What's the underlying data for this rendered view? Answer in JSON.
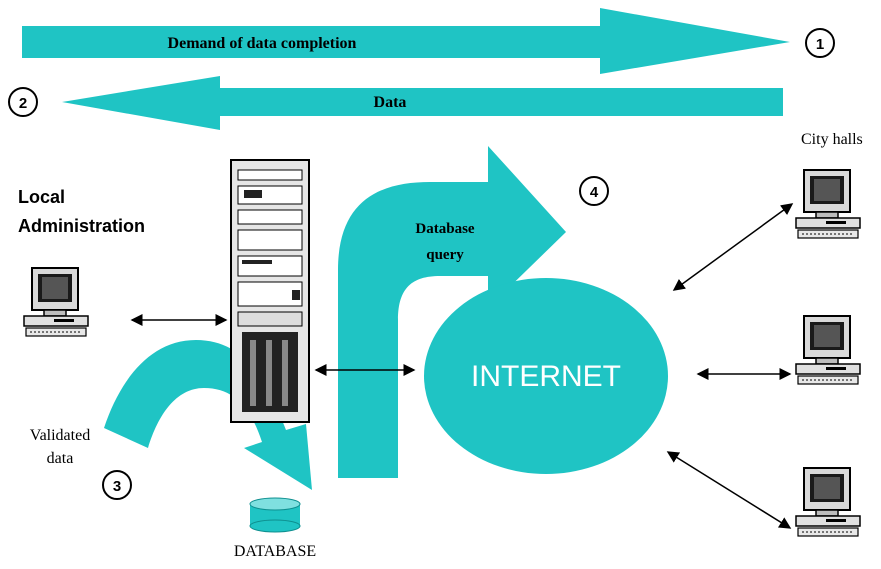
{
  "arrows": {
    "demand_label": "Demand of data completion",
    "data_label": "Data",
    "query_label_line1": "Database",
    "query_label_line2": "query"
  },
  "markers": {
    "m1": "1",
    "m2": "2",
    "m3": "3",
    "m4": "4"
  },
  "labels": {
    "city_halls": "City halls",
    "local_admin_line1": "Local",
    "local_admin_line2": "Administration",
    "validated_line1": "Validated",
    "validated_line2": "data",
    "database": "DATABASE",
    "internet": "INTERNET"
  },
  "icons": {
    "server": "server-icon",
    "computer": "computer-icon",
    "database": "database-icon"
  },
  "colors": {
    "cyan": "#1fc4c4",
    "cyan_dark": "#0e8f8f"
  }
}
